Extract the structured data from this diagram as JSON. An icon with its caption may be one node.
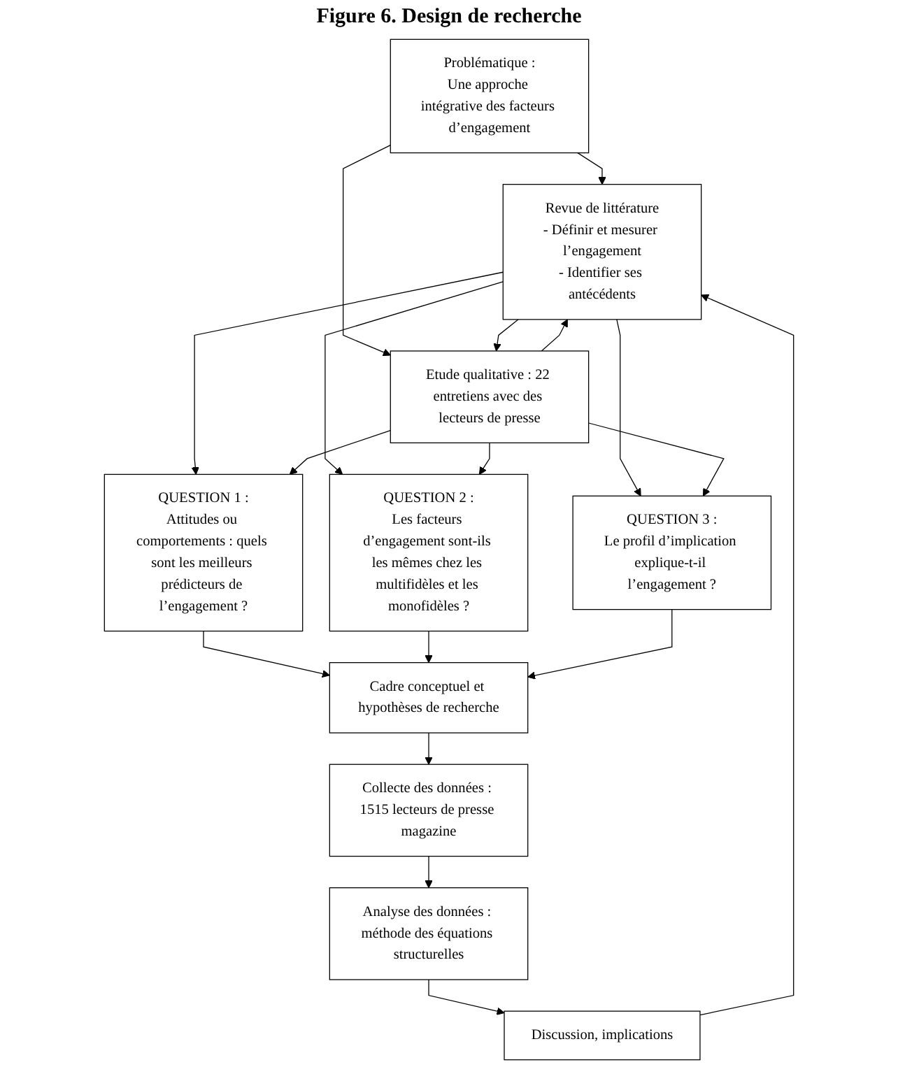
{
  "diagram": {
    "title": "Figure 6. Design de recherche",
    "nodes": [
      {
        "text": [
          "Problématique :",
          "Une approche intégrative des facteurs d’engagement"
        ]
      },
      {
        "text": [
          "Revue de littérature",
          "- Définir et mesurer l’engagement",
          "- Identifier ses antécédents"
        ]
      },
      {
        "text": [
          "Etude qualitative : 22 entretiens avec des lecteurs de presse"
        ]
      },
      {
        "text": [
          "QUESTION 1 :",
          "Attitudes ou comportements : quels sont les meilleurs prédicteurs de l’engagement ?"
        ]
      },
      {
        "text": [
          "QUESTION 2 :",
          "Les facteurs d’engagement sont-ils les mêmes chez les multifidèles et les monofidèles ?"
        ]
      },
      {
        "text": [
          "QUESTION 3 :",
          "Le profil d’implication explique-t-il l’engagement ?"
        ]
      },
      {
        "text": [
          "Cadre conceptuel et hypothèses de recherche"
        ]
      },
      {
        "text": [
          "Collecte des données : 1515 lecteurs de presse magazine"
        ]
      },
      {
        "text": [
          "Analyse des données : méthode des équations structurelles"
        ]
      },
      {
        "text": [
          "Discussion, implications"
        ]
      }
    ],
    "edges": [
      {
        "from": 0,
        "to": 1,
        "arrow": "to"
      },
      {
        "from": 0,
        "to": 2,
        "arrow": "to"
      },
      {
        "from": 1,
        "to": 2,
        "arrow": "to"
      },
      {
        "from": 2,
        "to": 1,
        "arrow": "to"
      },
      {
        "from": 1,
        "to": 3,
        "arrow": "to"
      },
      {
        "from": 1,
        "to": 4,
        "arrow": "to"
      },
      {
        "from": 1,
        "to": 5,
        "arrow": "to"
      },
      {
        "from": 2,
        "to": 3,
        "arrow": "to"
      },
      {
        "from": 2,
        "to": 4,
        "arrow": "to"
      },
      {
        "from": 2,
        "to": 5,
        "arrow": "to"
      },
      {
        "from": 3,
        "to": 6,
        "arrow": "to"
      },
      {
        "from": 4,
        "to": 6,
        "arrow": "to"
      },
      {
        "from": 5,
        "to": 6,
        "arrow": "to"
      },
      {
        "from": 6,
        "to": 7,
        "arrow": "to"
      },
      {
        "from": 7,
        "to": 8,
        "arrow": "to"
      },
      {
        "from": 8,
        "to": 9,
        "arrow": "to"
      },
      {
        "from": 9,
        "to": 1,
        "arrow": "to"
      }
    ]
  }
}
